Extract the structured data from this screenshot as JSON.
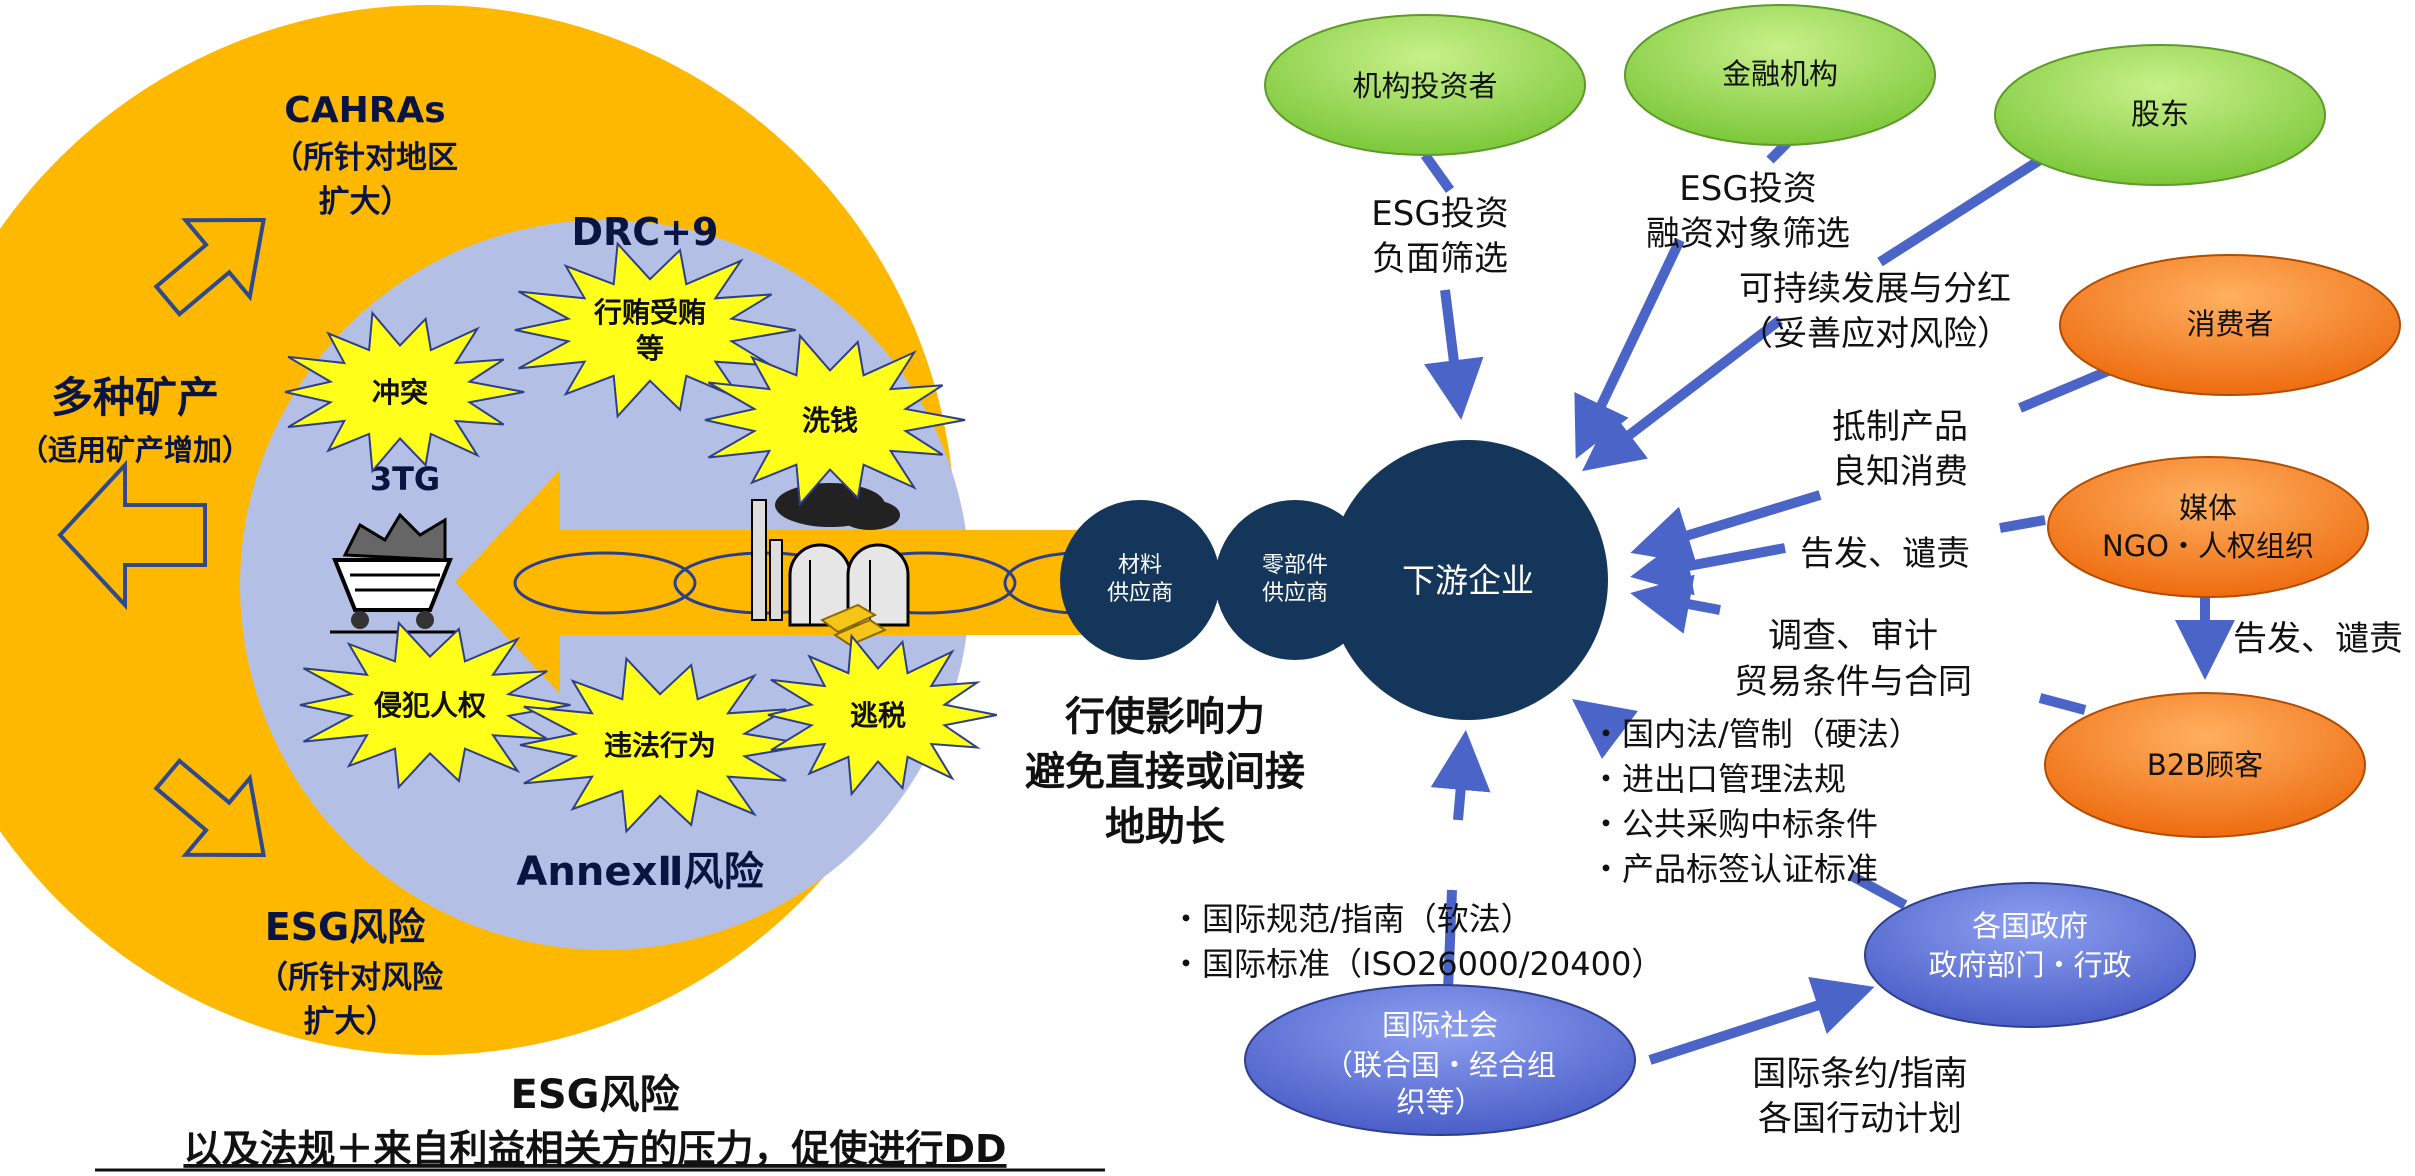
{
  "outer_circle": {
    "cahras": {
      "title": "CAHRAs",
      "sub1": "（所针对地区",
      "sub2": "扩大）"
    },
    "minerals": {
      "title": "多种矿产",
      "sub": "（适用矿产增加）"
    },
    "esg": {
      "title": "ESG风险",
      "sub1": "（所针对风险",
      "sub2": "扩大）"
    }
  },
  "inner_circle": {
    "drc": "DRC+9",
    "tg": "3TG",
    "annex": "AnnexⅡ风险",
    "risks": {
      "conflict": "冲突",
      "bribery_1": "行贿受贿",
      "bribery_2": "等",
      "laundering": "洗钱",
      "human_rights": "侵犯人权",
      "illegal": "违法行为",
      "tax": "逃税"
    }
  },
  "supply_chain": {
    "material_1": "材料",
    "material_2": "供应商",
    "parts_1": "零部件",
    "parts_2": "供应商",
    "downstream": "下游企业"
  },
  "influence": {
    "line1": "行使影响力",
    "line2": "避免直接或间接",
    "line3": "地助长"
  },
  "bottom": {
    "line1": "ESG风险",
    "line2": "以及法规＋来自利益相关方的压力，促使进行DD"
  },
  "stakeholders": {
    "institutional_investors": "机构投资者",
    "financial_institutions": "金融机构",
    "shareholders": "股东",
    "consumers": "消费者",
    "media_1": "媒体",
    "media_2": "NGO・人权组织",
    "b2b": "B2B顾客",
    "governments_1": "各国政府",
    "governments_2": "政府部门・行政",
    "intl_1": "国际社会",
    "intl_2": "（联合国・经合组",
    "intl_3": "织等）"
  },
  "labels": {
    "esg_invest_1": "ESG投资",
    "esg_invest_2": "负面筛选",
    "esg_finance_1": "ESG投资",
    "esg_finance_2": "融资对象筛选",
    "sustain_1": "可持续发展与分红",
    "sustain_2": "（妥善应对风险）",
    "boycott_1": "抵制产品",
    "boycott_2": "良知消费",
    "accuse_1": "告发、谴责",
    "accuse_2": "告发、谴责",
    "audit_1": "调查、审计",
    "audit_2": "贸易条件与合同",
    "hard_law": [
      "・国内法/管制（硬法）",
      "・进出口管理法规",
      "・公共采购中标条件",
      "・产品标签认证标准"
    ],
    "soft_law": [
      "・国际规范/指南（软法）",
      "・国际标准（ISO26000/20400）"
    ],
    "treaty_1": "国际条约/指南",
    "treaty_2": "各国行动计划"
  },
  "colors": {
    "outer": "#ffb800",
    "inner": "#b4bfe6",
    "navy": "#14365a",
    "arrow_blue": "#4a64c8",
    "green": "#8ed34a",
    "orange": "#f07a1a",
    "blue_ellipse": "#5a6fd6",
    "burst": "#ffff1a"
  }
}
